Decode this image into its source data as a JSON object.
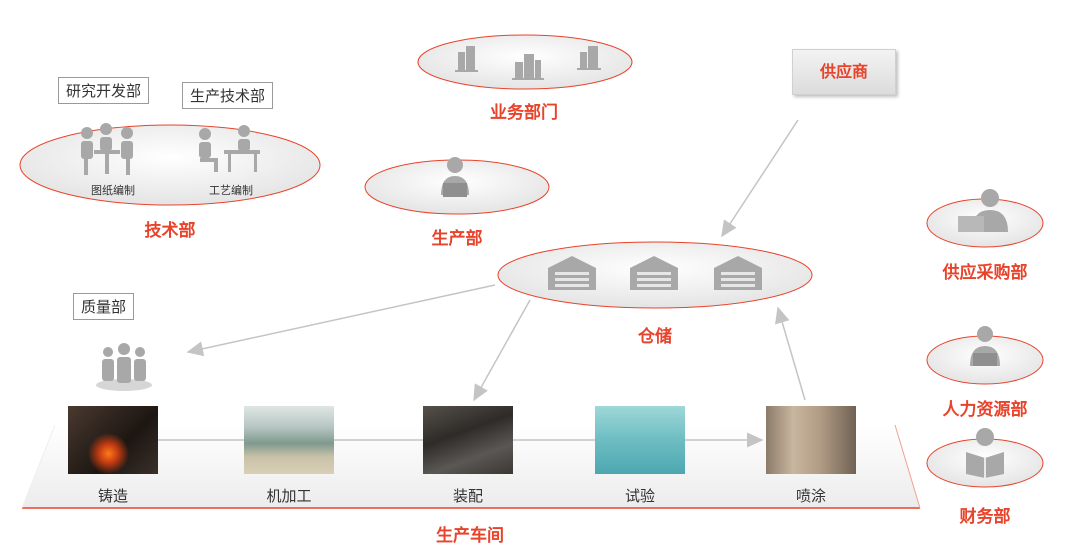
{
  "departments": {
    "tech": {
      "label": "技术部",
      "callout1": "研究开发部",
      "callout2": "生产技术部",
      "sub1": "图纸编制",
      "sub2": "工艺编制"
    },
    "business": {
      "label": "业务部门"
    },
    "production": {
      "label": "生产部"
    },
    "quality": {
      "callout": "质量部"
    },
    "warehouse": {
      "label": "仓储"
    },
    "supplier": {
      "label": "供应商"
    },
    "purchasing": {
      "label": "供应采购部"
    },
    "hr": {
      "label": "人力资源部"
    },
    "finance": {
      "label": "财务部"
    }
  },
  "workshop": {
    "label": "生产车间",
    "steps": [
      {
        "label": "铸造",
        "icon": "casting-photo"
      },
      {
        "label": "机加工",
        "icon": "machining-photo"
      },
      {
        "label": "装配",
        "icon": "assembly-photo"
      },
      {
        "label": "试验",
        "icon": "testing-photo"
      },
      {
        "label": "喷涂",
        "icon": "spraying-photo"
      }
    ]
  },
  "colors": {
    "accent": "#e8432b",
    "icon_gray": "#a8a8a8",
    "ellipse_fill": "#ececec"
  }
}
